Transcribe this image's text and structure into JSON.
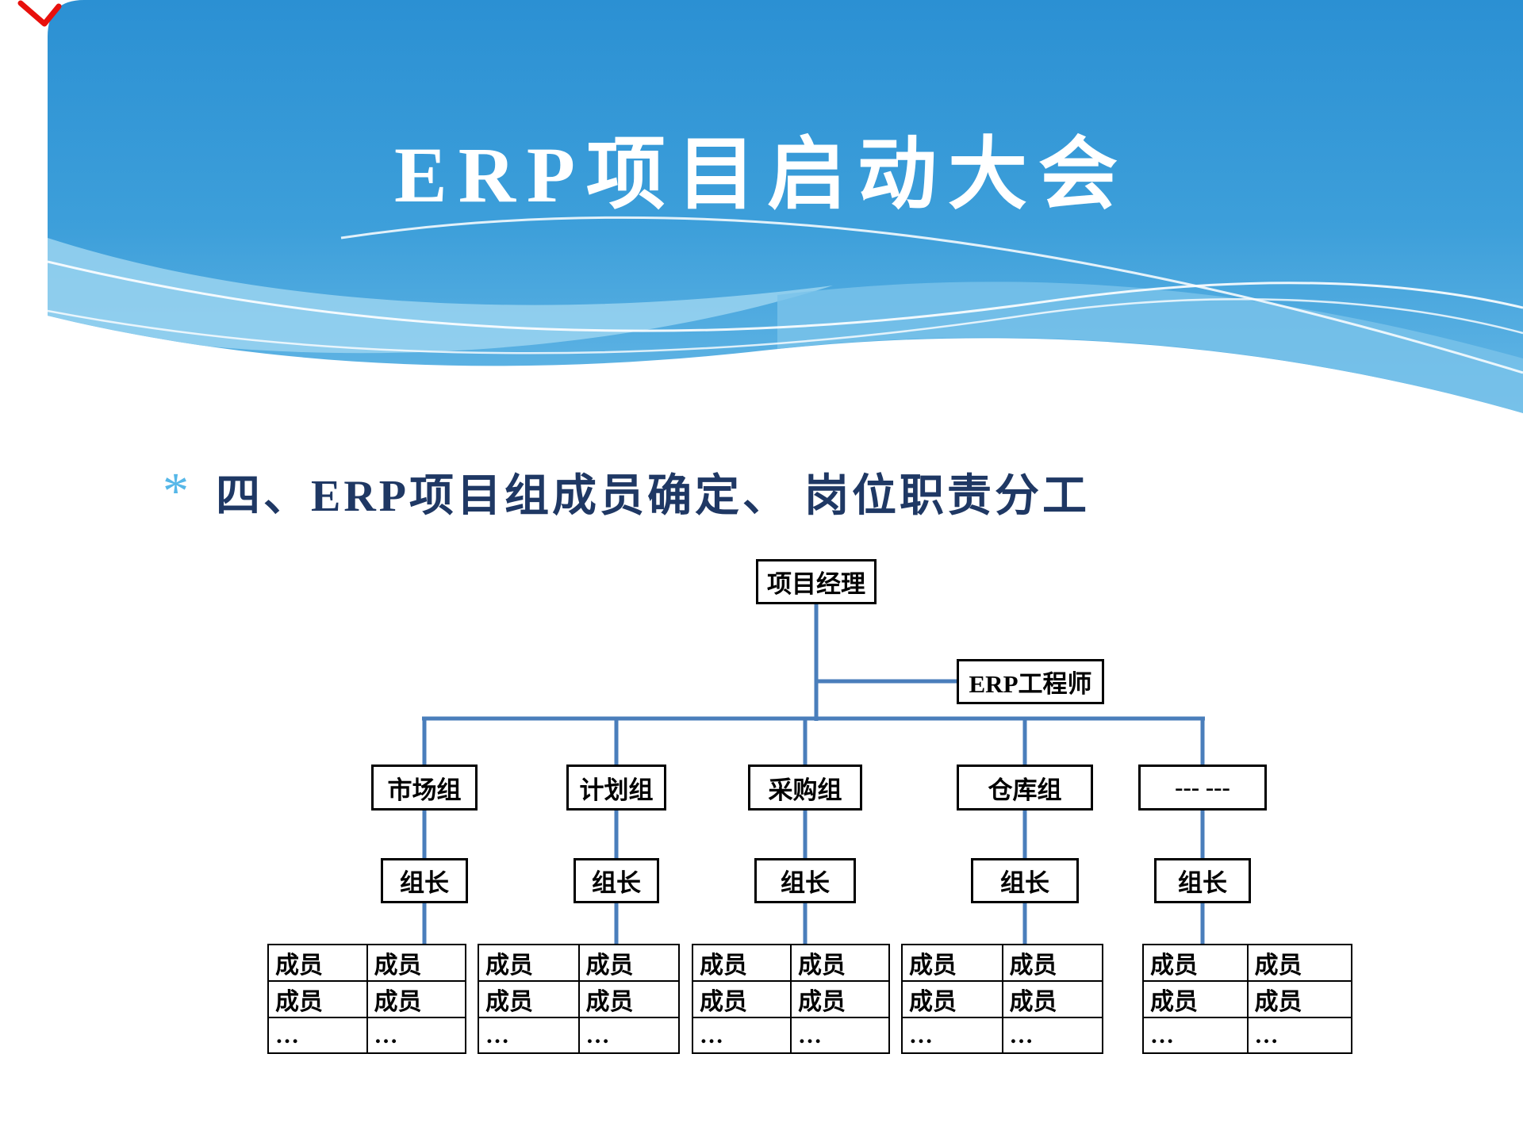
{
  "slide": {
    "title": "ERP项目启动大会",
    "bullet_marker": "*",
    "bullet_text": "四、ERP项目组成员确定、 岗位职责分工"
  },
  "org_chart": {
    "manager": "项目经理",
    "engineer": "ERP工程师",
    "groups": [
      {
        "name": "市场组",
        "leader": "组长"
      },
      {
        "name": "计划组",
        "leader": "组长"
      },
      {
        "name": "采购组",
        "leader": "组长"
      },
      {
        "name": "仓库组",
        "leader": "组长"
      },
      {
        "name": "--- ---",
        "leader": "组长"
      }
    ],
    "member_table": {
      "rows": [
        [
          "成员",
          "成员"
        ],
        [
          "成员",
          "成员"
        ],
        [
          "…",
          "…"
        ]
      ]
    }
  },
  "colors": {
    "header_top": "#2B90D3",
    "header_bottom": "#66B8E6",
    "wave_light": "#9AD3F0",
    "title": "#FFFFFF",
    "bullet_marker": "#56B7E8",
    "bullet_text": "#1F3864",
    "connector": "#4A7EBB",
    "box_border": "#000000",
    "red_mark": "#E8100C"
  }
}
